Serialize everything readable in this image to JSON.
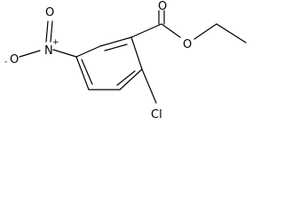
{
  "structure": {
    "atom_labels": {
      "oxygen_nitro_left": "O",
      "oxygen_nitro_left_charge": "-",
      "nitrogen_nitro": "N",
      "nitrogen_nitro_charge": "+",
      "oxygen_nitro_double": "O",
      "oxygen_carbonyl": "O",
      "oxygen_ester": "O",
      "chlorine": "Cl"
    }
  }
}
